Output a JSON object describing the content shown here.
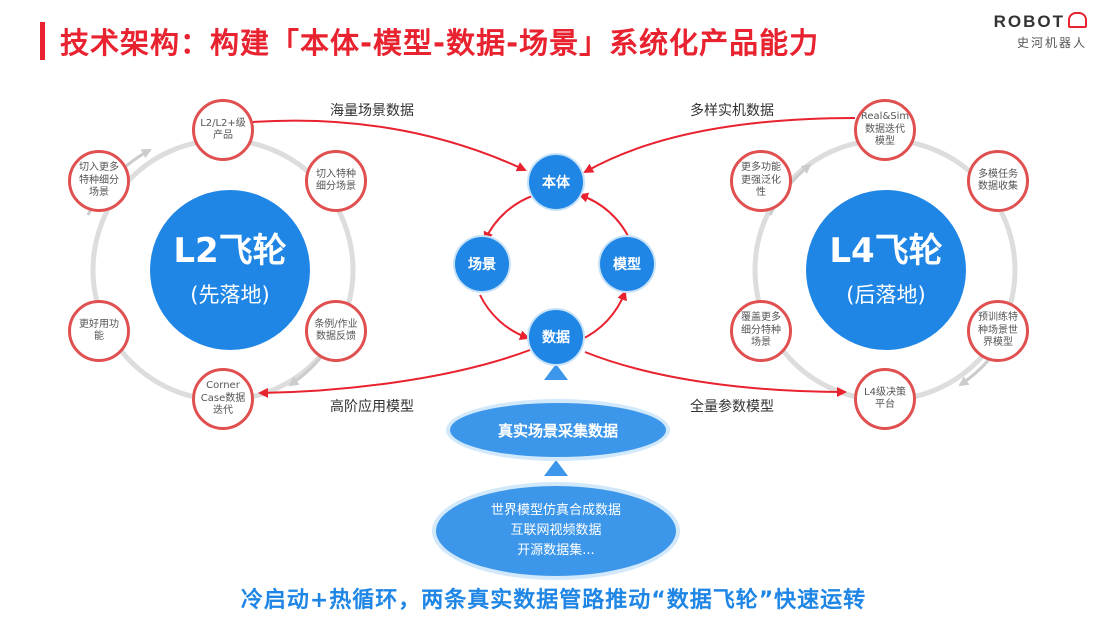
{
  "header": {
    "title": "技术架构：构建「本体-模型-数据-场景」系统化产品能力",
    "logo_text": "ROBOT",
    "logo_sub": "史河机器人"
  },
  "left_flywheel": {
    "title": "L2飞轮",
    "subtitle": "(先落地)",
    "nodes": [
      "L2/L2+级产品",
      "切入特种细分场景",
      "条例/作业数据反馈",
      "Corner Case数据迭代",
      "更好用功能",
      "切入更多特种细分场景"
    ]
  },
  "right_flywheel": {
    "title": "L4飞轮",
    "subtitle": "(后落地)",
    "nodes": [
      "Real&Sim数据迭代模型",
      "多模任务数据收集",
      "预训练特种场景世界模型",
      "L4级决策平台",
      "覆盖更多细分特种场景",
      "更多功能更强泛化性"
    ]
  },
  "core": {
    "top": "本体",
    "right": "模型",
    "bottom": "数据",
    "left": "场景"
  },
  "edges": {
    "top_left": "海量场景数据",
    "top_right": "多样实机数据",
    "bottom_left": "高阶应用模型",
    "bottom_right": "全量参数模型"
  },
  "sources": {
    "primary": "真实场景采集数据",
    "lines": [
      "世界模型仿真合成数据",
      "互联网视频数据",
      "开源数据集..."
    ]
  },
  "footer": "冷启动+热循环，两条真实数据管路推动“数据飞轮”快速运转",
  "colors": {
    "accent_red": "#e8222f",
    "primary_blue": "#1f86e6",
    "ring_gray": "#dddddd"
  }
}
